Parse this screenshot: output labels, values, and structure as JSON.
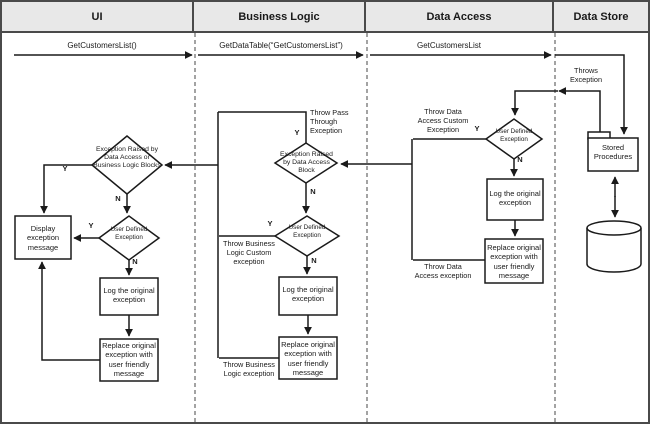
{
  "header": {
    "columns": [
      "UI",
      "Business Logic",
      "Data Access",
      "Data Store"
    ]
  },
  "messages": {
    "get_customers_list_call": "GetCustomersList()",
    "get_data_table_call": "GetDataTable(“GetCustomersList”)",
    "get_customers_list": "GetCustomersList",
    "throws_exception": "Throws Exception"
  },
  "ui": {
    "decision_exception_raised": "Exception Raised by Data Access or Business Logic Blocks",
    "decision_user_defined": "User Defined Exception",
    "display_box": "Display exception message",
    "log_box": "Log the original exception",
    "replace_box": "Replace original exception with user friendly message"
  },
  "business_logic": {
    "decision_exception_raised": "Exception Raised by Data Access Block",
    "decision_user_defined": "User Defined Exception",
    "log_box": "Log the original exception",
    "replace_box": "Replace original exception with user friendly message",
    "throw_pass_through": "Throw Pass Through Exception",
    "throw_custom": "Throw Business Logic Custom exception",
    "throw_exception": "Throw Business Logic exception"
  },
  "data_access": {
    "decision_user_defined": "User Defined Exception",
    "log_box": "Log the original exception",
    "replace_box": "Replace original exception with user friendly message",
    "throw_custom": "Throw Data Access Custom Exception",
    "throw_exception": "Throw Data Access exception"
  },
  "data_store": {
    "stored_procedures": "Stored Procedures"
  },
  "branch_labels": {
    "yes": "Y",
    "no": "N"
  },
  "colors": {
    "header_bg": "#e8e8e8",
    "line": "#1a1a1a",
    "border": "#4a4a4a"
  }
}
